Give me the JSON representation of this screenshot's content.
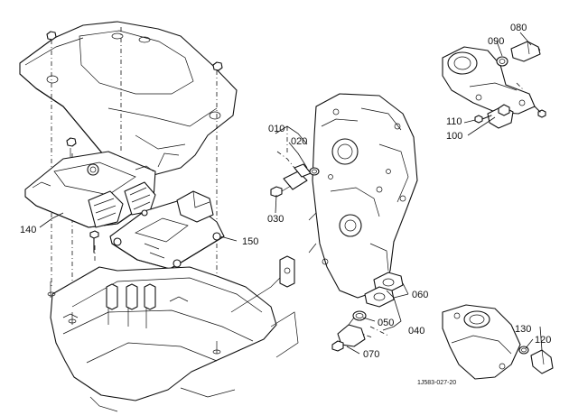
{
  "callouts": {
    "c010": "010",
    "c020": "020",
    "c030": "030",
    "c040": "040",
    "c050": "050",
    "c060": "060",
    "c070": "070",
    "c080": "080",
    "c090": "090",
    "c100": "100",
    "c110": "110",
    "c120": "120",
    "c130": "130",
    "c140": "140",
    "c150": "150"
  },
  "drawing_code": "1J583-027-20"
}
